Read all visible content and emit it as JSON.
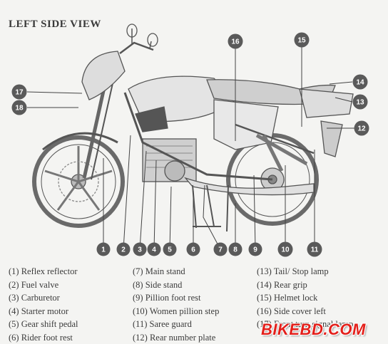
{
  "title": "LEFT SIDE VIEW",
  "colors": {
    "badge": "#5a5a5a",
    "line": "#444444",
    "watermark": "#e3201b"
  },
  "callouts": [
    "1",
    "2",
    "3",
    "4",
    "5",
    "6",
    "7",
    "8",
    "9",
    "10",
    "11",
    "12",
    "13",
    "14",
    "15",
    "16",
    "17",
    "18"
  ],
  "legend": {
    "col1": [
      {
        "num": "(1)",
        "label": "Reflex reflector"
      },
      {
        "num": "(2)",
        "label": "Fuel valve"
      },
      {
        "num": "(3)",
        "label": "Carburetor"
      },
      {
        "num": "(4)",
        "label": "Starter motor"
      },
      {
        "num": "(5)",
        "label": "Gear shift pedal"
      },
      {
        "num": "(6)",
        "label": "Rider foot rest"
      }
    ],
    "col2": [
      {
        "num": "(7)",
        "label": "Main stand"
      },
      {
        "num": "(8)",
        "label": "Side stand"
      },
      {
        "num": "(9)",
        "label": "Pillion foot rest"
      },
      {
        "num": "(10)",
        "label": "Women pillion step"
      },
      {
        "num": "(11)",
        "label": "Saree guard"
      },
      {
        "num": "(12)",
        "label": "Rear number plate"
      }
    ],
    "col3": [
      {
        "num": "(13)",
        "label": "Tail/ Stop lamp"
      },
      {
        "num": "(14)",
        "label": "Rear grip"
      },
      {
        "num": "(15)",
        "label": "Helmet lock"
      },
      {
        "num": "(16)",
        "label": "Side cover left"
      },
      {
        "num": "(17)",
        "label": "Front turn signal lamp"
      }
    ]
  },
  "watermark": "BIKEBD.COM"
}
